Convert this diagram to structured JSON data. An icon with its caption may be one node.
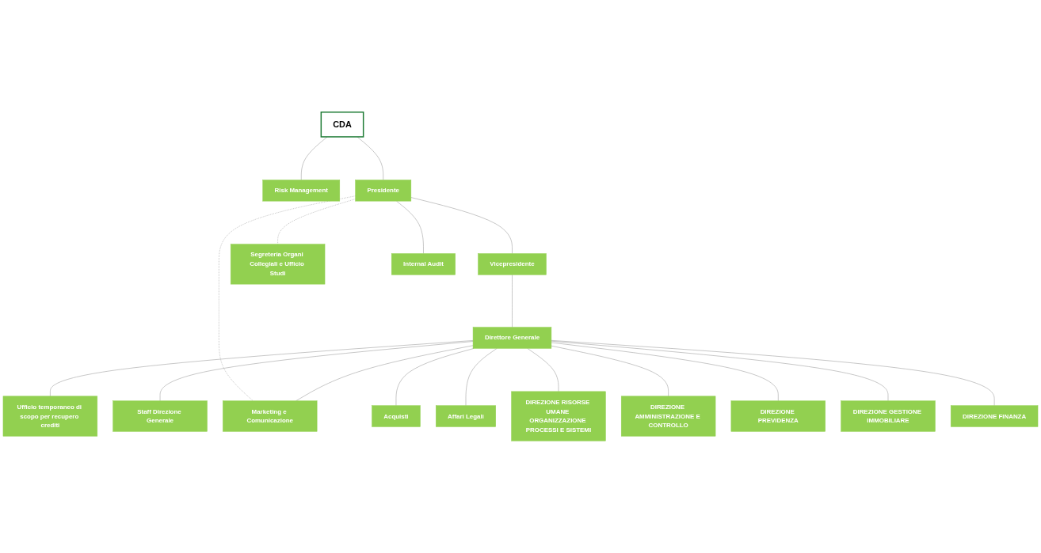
{
  "diagram": {
    "nodes": [
      {
        "text": [
          "CDA"
        ]
      },
      {
        "text": [
          "Risk Management"
        ]
      },
      {
        "text": [
          "Internal Audit"
        ]
      },
      {
        "text": [
          "Presidente"
        ]
      },
      {
        "text": [
          "Segreteria Organi Collegiali e Ufficio Studi"
        ]
      },
      {
        "text": [
          "Vicepresidente"
        ]
      },
      {
        "text": [
          "Ufficio temporaneo di scopo per recupero crediti"
        ]
      },
      {
        "text": [
          "Direttore Generale"
        ]
      },
      {
        "text": [
          "Staff Direzione Generale"
        ]
      },
      {
        "text": [
          "Marketing e Comunicazione"
        ]
      },
      {
        "text": [
          "Acquisti"
        ]
      },
      {
        "text": [
          "Affari Legali"
        ]
      },
      {
        "text": [
          "DIREZIONE RISORSE UMANE ORGANIZZAZIONE PROCESSI E SISTEMI"
        ]
      },
      {
        "text": [
          "DIREZIONE AMMINISTRAZIONE E CONTROLLO"
        ]
      },
      {
        "text": [
          "DIREZIONE PREVIDENZA"
        ]
      },
      {
        "text": [
          "DIREZIONE GESTIONE IMMOBILIARE"
        ]
      },
      {
        "text": [
          "DIREZIONE FINANZA"
        ]
      }
    ],
    "edges": [
      {
        "from": 0,
        "to": 1,
        "arrow": "none"
      },
      {
        "from": 0,
        "to": 3,
        "arrow": "none"
      },
      {
        "from": 3,
        "to": 2,
        "arrow": "none"
      },
      {
        "from": 3,
        "to": 4,
        "arrow": "none",
        "style": "dashed"
      },
      {
        "from": 3,
        "to": 5,
        "arrow": "none"
      },
      {
        "from": 3,
        "to": 9,
        "arrow": "none",
        "style": "dashed"
      },
      {
        "from": 5,
        "to": 7,
        "arrow": "none"
      },
      {
        "from": 7,
        "to": 6,
        "arrow": "none"
      },
      {
        "from": 7,
        "to": 8,
        "arrow": "none"
      },
      {
        "from": 7,
        "to": 9,
        "arrow": "none"
      },
      {
        "from": 7,
        "to": 10,
        "arrow": "none"
      },
      {
        "from": 7,
        "to": 11,
        "arrow": "none"
      },
      {
        "from": 7,
        "to": 12,
        "arrow": "none"
      },
      {
        "from": 7,
        "to": 13,
        "arrow": "none"
      },
      {
        "from": 7,
        "to": 14,
        "arrow": "none"
      },
      {
        "from": 7,
        "to": 15,
        "arrow": "none"
      },
      {
        "from": 7,
        "to": 16,
        "arrow": "none"
      }
    ]
  }
}
